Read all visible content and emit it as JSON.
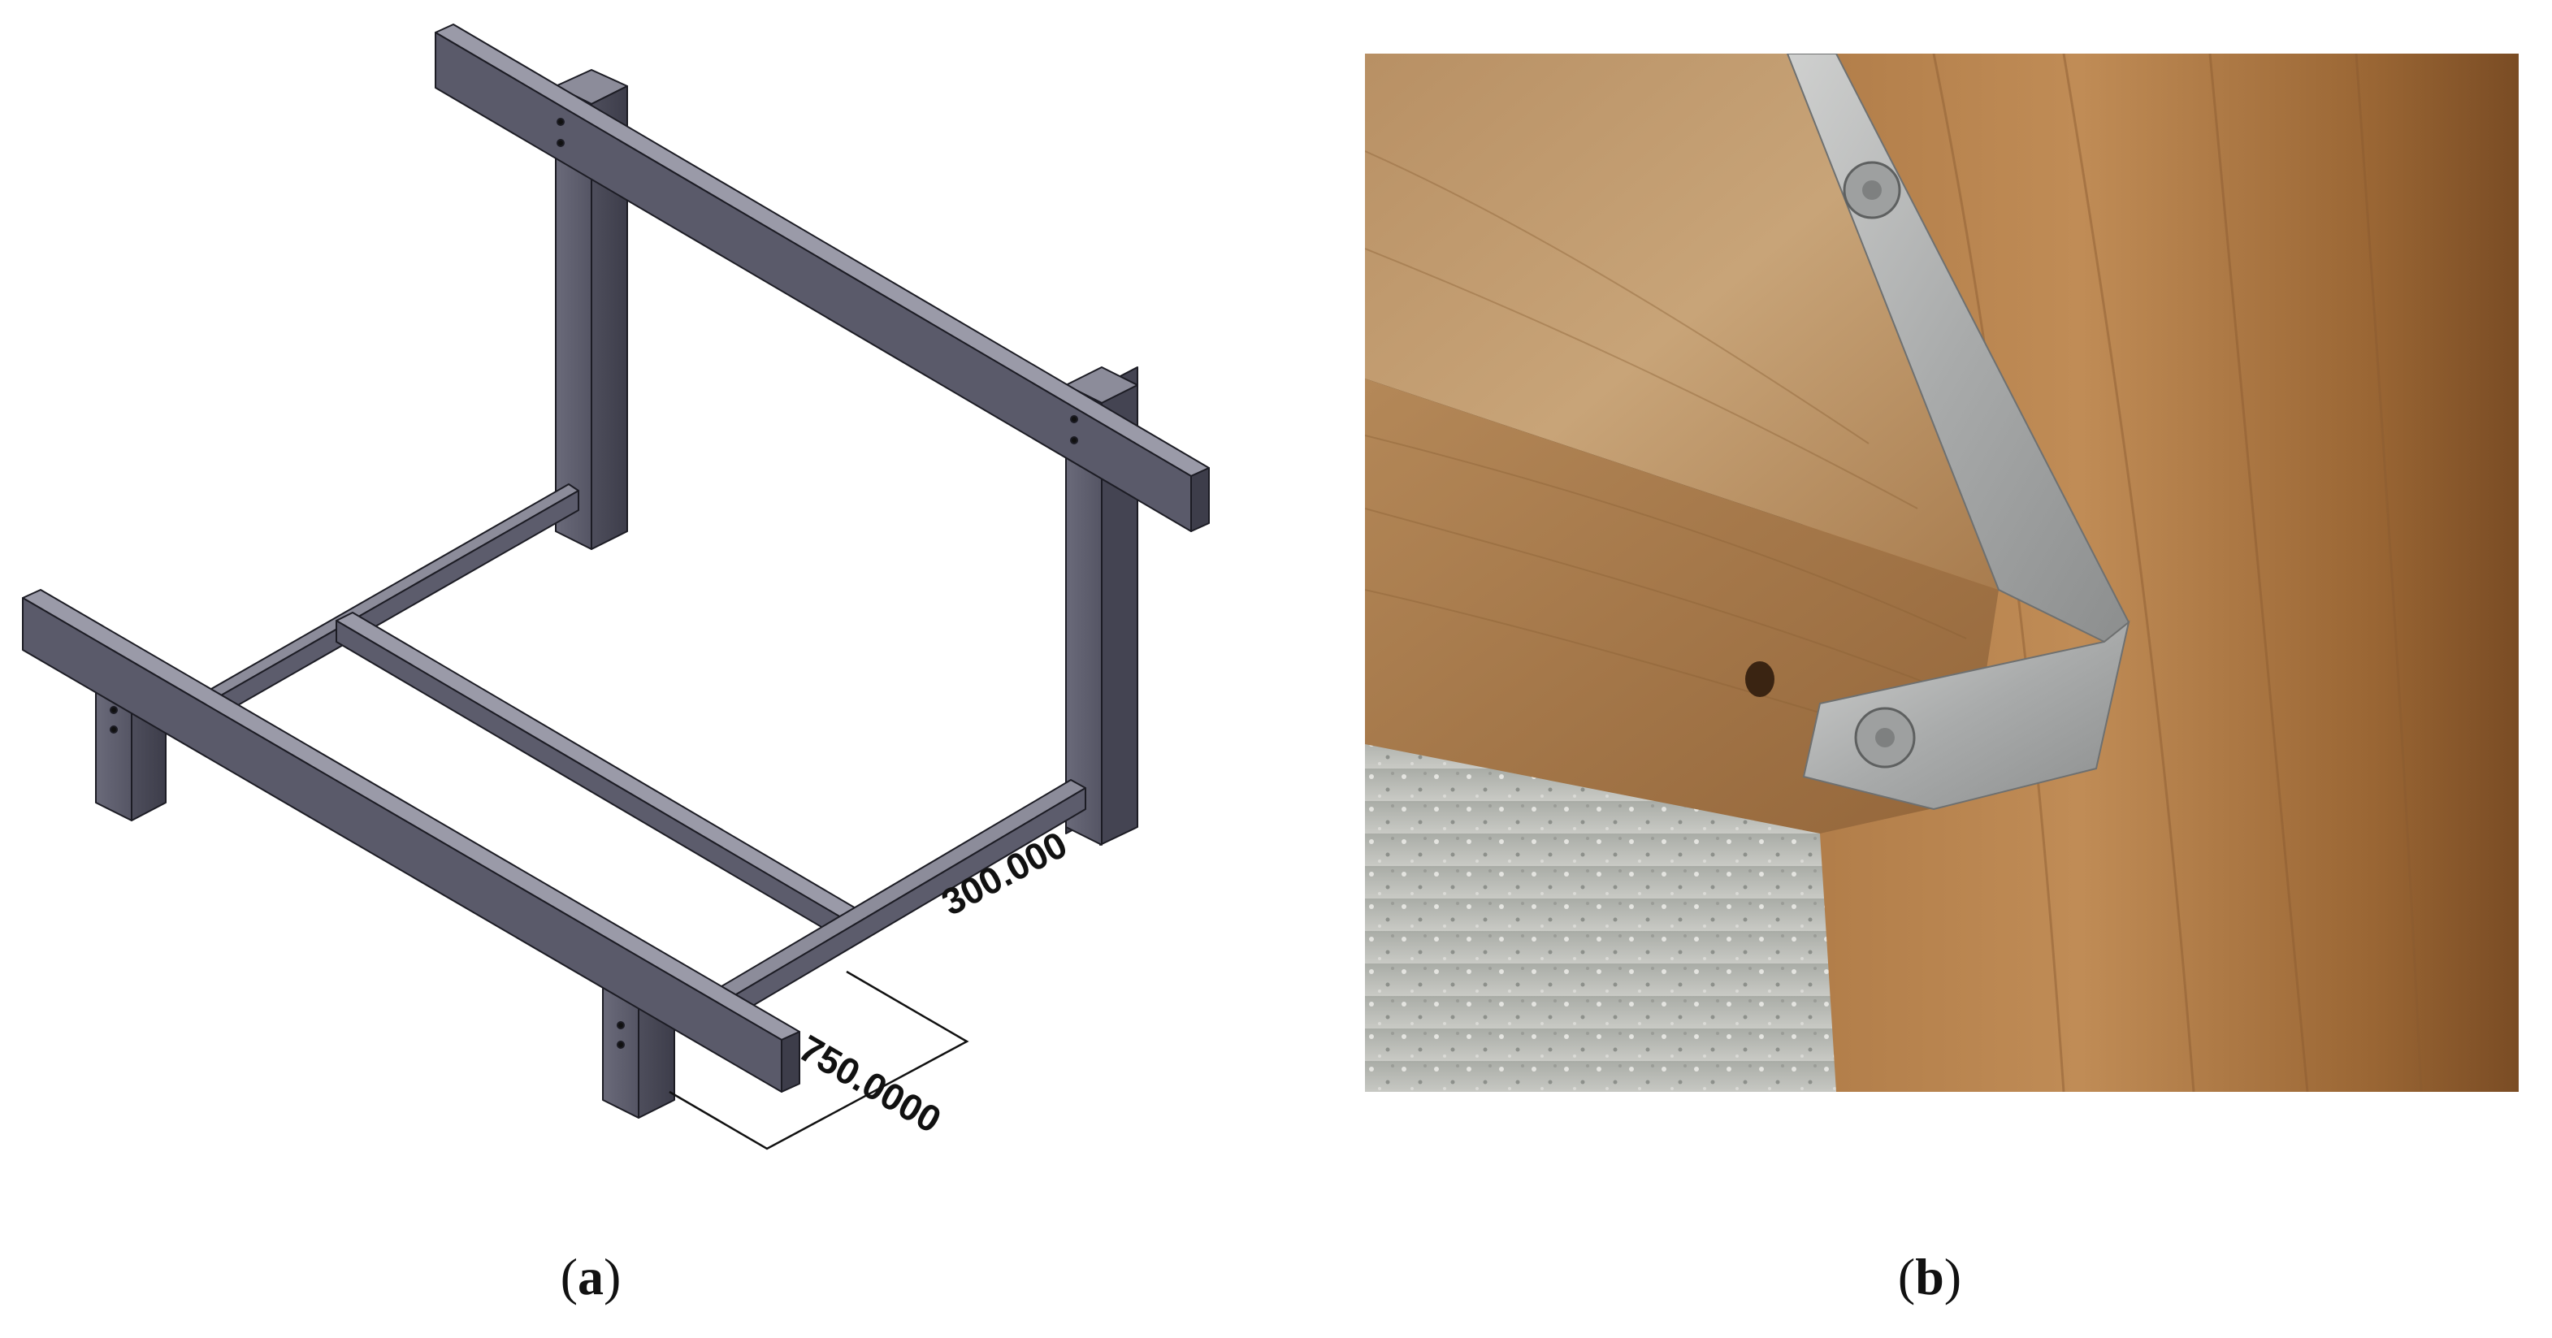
{
  "panels": [
    {
      "id": "a",
      "caption": "a",
      "description_kind": "cad-render",
      "dimensions": {
        "width_label": "300.000",
        "length_label": "750.0000"
      },
      "colors": {
        "steel_front": "#5e5e6e",
        "steel_top": "#8c8c9a",
        "steel_side": "#4a4a58",
        "edge": "#1c1c24"
      }
    },
    {
      "id": "b",
      "caption": "b",
      "description_kind": "photograph",
      "colors": {
        "wood_light": "#c09a6a",
        "wood_dark": "#8a5a2c",
        "metal": "#b8b8b8",
        "floor": "#bfc0bb"
      }
    }
  ]
}
